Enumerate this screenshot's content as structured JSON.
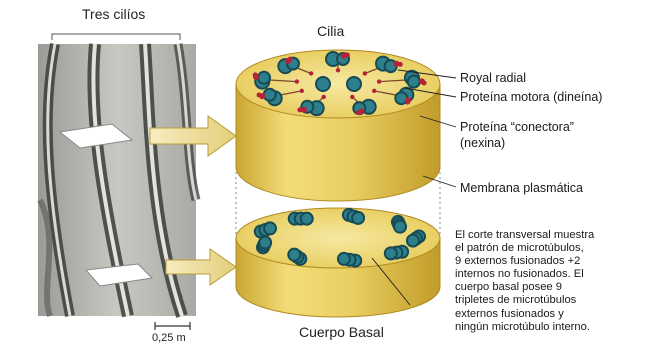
{
  "photo": {
    "title": "Tres cilíos",
    "scale_label": "0,25 m"
  },
  "diagram": {
    "title": "Cilia",
    "bottom_title": "Cuerpo Basal",
    "labels": {
      "radial": "Royal radial",
      "motor": "Proteína motora (dineína)",
      "connector_1": "Proteína “conectora”",
      "connector_2": "(nexina)",
      "membrane": "Membrana plasmática"
    },
    "description_lines": [
      "El corte transversal muestra",
      "el patrón de microtúbulos,",
      "9 externos fusionados +2",
      "internos no fusionados. El",
      "cuerpo basal posee 9",
      "tripletes de microtúbulos",
      "externos fusionados y",
      "ningún microtúbulo interno."
    ]
  },
  "colors": {
    "cylinder_gold": "#e8c84a",
    "microtubule_teal": "#2e7f8c",
    "motor_protein": "#b5223a",
    "arrow_fill": "#efe0a0"
  }
}
